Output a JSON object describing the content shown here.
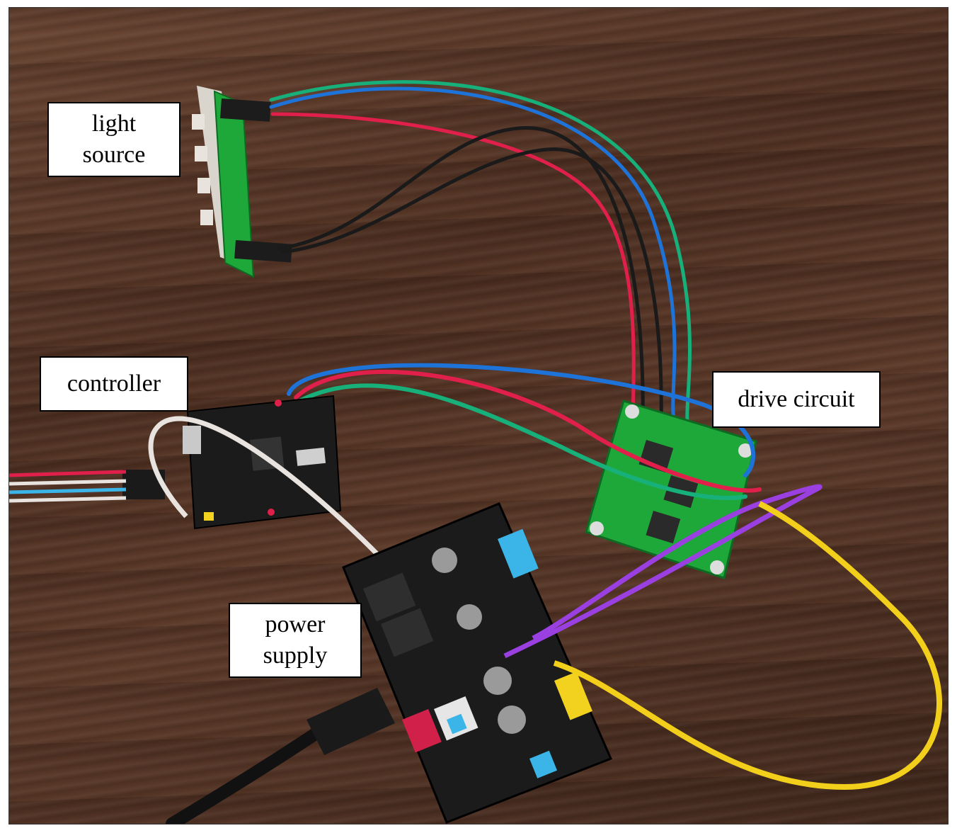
{
  "labels": {
    "light_source": [
      "light",
      "source"
    ],
    "controller": "controller",
    "drive_circuit": "drive circuit",
    "power_supply": [
      "power",
      "supply"
    ]
  },
  "colors": {
    "table": "#5a3a2a",
    "pcb_green": "#1fa83a",
    "pcb_black": "#1b1b1b",
    "wire_red": "#e0204a",
    "wire_green": "#17b07a",
    "wire_blue": "#1e73d8",
    "wire_black": "#1a1a1a",
    "wire_purple": "#9a3fe0",
    "wire_yellow": "#f2cf1a",
    "wire_white": "#e8e3de",
    "header_cyan": "#3bb5e8",
    "header_yellow": "#f3d21f"
  }
}
